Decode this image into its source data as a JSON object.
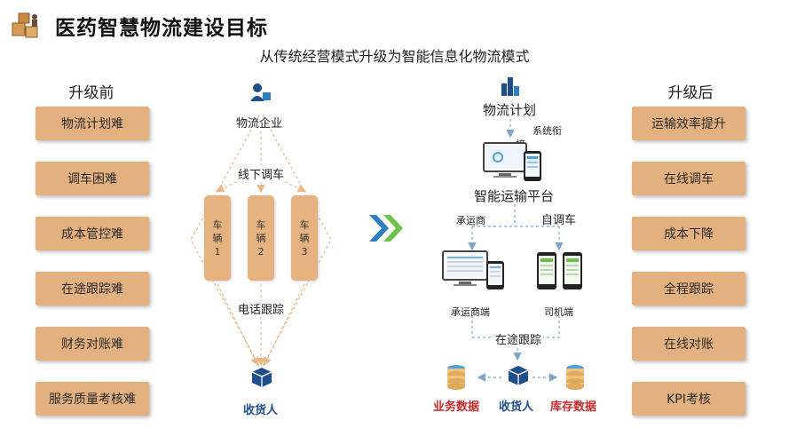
{
  "header": {
    "title": "医药智慧物流建设目标",
    "subtitle": "从传统经营模式升级为智能信息化物流模式"
  },
  "before": {
    "heading": "升级前",
    "items": [
      "物流计划难",
      "调车困难",
      "成本管控难",
      "在途跟踪难",
      "财务对账难",
      "服务质量考核难"
    ]
  },
  "after": {
    "heading": "升级后",
    "items": [
      "运输效率提升",
      "在线调车",
      "成本下降",
      "全程跟踪",
      "在线对账",
      "KPI考核"
    ]
  },
  "traditional": {
    "company": "物流企业",
    "dispatch": "线下调车",
    "vehicles": [
      {
        "chars": [
          "车",
          "辆",
          "1"
        ]
      },
      {
        "chars": [
          "车",
          "辆",
          "2"
        ]
      },
      {
        "chars": [
          "车",
          "辆",
          "3"
        ]
      }
    ],
    "tracking": "电话跟踪",
    "receiver": "收货人"
  },
  "smart": {
    "plan": "物流计划",
    "system_link_1": "系统衔",
    "system_link_2": "接",
    "platform": "智能运输平台",
    "carrier": "承运商",
    "self_dispatch": "自调车",
    "carrier_client": "承运商端",
    "driver_client": "司机端",
    "transit_tracking": "在途跟踪",
    "business_data": "业务数据",
    "receiver": "收货人",
    "inventory_data": "库存数据"
  },
  "colors": {
    "box_fill": "#e3b07f",
    "dash_line": "#e8b88a",
    "blue_dash": "#7ea6cf",
    "arrow_dark": "#2d7fc1",
    "arrow_light": "#6cc24a",
    "accent_red": "#cc2a2a",
    "accent_blue": "#1f4e8c"
  }
}
